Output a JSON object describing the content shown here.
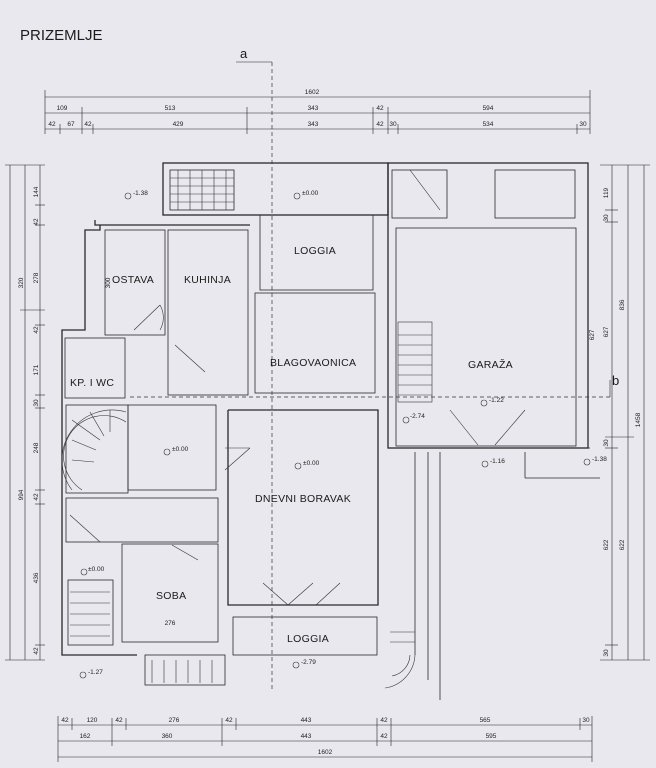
{
  "title": "PRIZEMLJE",
  "section_marks": {
    "a": "a",
    "b": "b"
  },
  "rooms": {
    "ostava": "OSTAVA",
    "kuhinja": "KUHINJA",
    "loggia_top": "LOGGIA",
    "blagovaonica": "BLAGOVAONICA",
    "kp_wc": "KP. I WC",
    "garaza": "GARAŽA",
    "dnevni_boravak": "DNEVNI BORAVAK",
    "soba": "SOBA",
    "loggia_bottom": "LOGGIA"
  },
  "levels": {
    "l1": "-1.38",
    "l2": "±0.00",
    "l3": "±0.00",
    "l4": "±0.00",
    "l5": "-1.22",
    "l6": "-2.74",
    "l7": "-1.16",
    "l8": "-1.38",
    "l9": "±0.00",
    "l10": "-2.79",
    "l11": "-1.27"
  },
  "inner_dims": {
    "ostava_300": "300",
    "soba_276": "276",
    "garaza_627": "627"
  },
  "top_dims": {
    "row1": [
      "1602"
    ],
    "row2": [
      "109",
      "513",
      "343",
      "42",
      "594"
    ],
    "row3": [
      "42",
      "67",
      "42",
      "429",
      "343",
      "42",
      "30",
      "534",
      "30"
    ]
  },
  "bottom_dims": {
    "row1": [
      "42",
      "120",
      "42",
      "276",
      "42",
      "443",
      "42",
      "565",
      "30"
    ],
    "row2": [
      "162",
      "360",
      "443",
      "42",
      "595"
    ],
    "row3": [
      "1602"
    ]
  },
  "left_dims": {
    "col1": [
      "144",
      "42",
      "278",
      "42",
      "171",
      "30",
      "248",
      "42",
      "436",
      "42"
    ],
    "col2": [
      "320",
      "994"
    ]
  },
  "right_dims": {
    "col1": [
      "119",
      "30",
      "627",
      "30",
      "622",
      "30"
    ],
    "col2": [
      "836",
      "622"
    ],
    "col3": [
      "1458"
    ]
  }
}
